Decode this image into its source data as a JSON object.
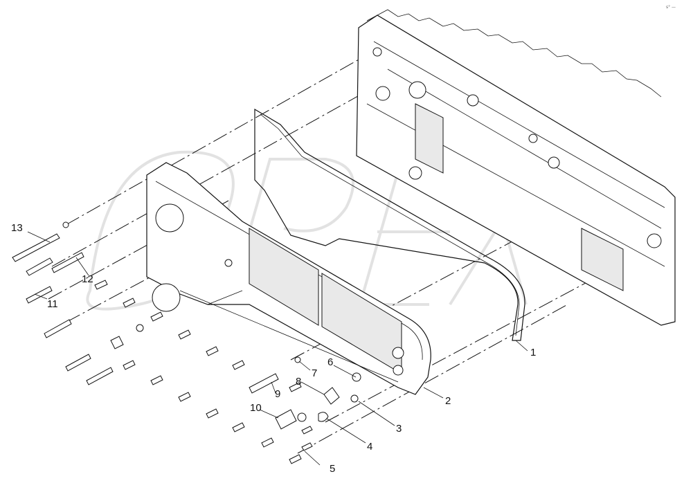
{
  "corner_mark": "s° —",
  "watermark_text": "OPEX",
  "callouts": [
    {
      "id": "1",
      "label": "1"
    },
    {
      "id": "2",
      "label": "2"
    },
    {
      "id": "3",
      "label": "3"
    },
    {
      "id": "4",
      "label": "4"
    },
    {
      "id": "5",
      "label": "5"
    },
    {
      "id": "6",
      "label": "6"
    },
    {
      "id": "7",
      "label": "7"
    },
    {
      "id": "8",
      "label": "8"
    },
    {
      "id": "9",
      "label": "9"
    },
    {
      "id": "10",
      "label": "10"
    },
    {
      "id": "11",
      "label": "11"
    },
    {
      "id": "12",
      "label": "12"
    },
    {
      "id": "13",
      "label": "13"
    }
  ]
}
